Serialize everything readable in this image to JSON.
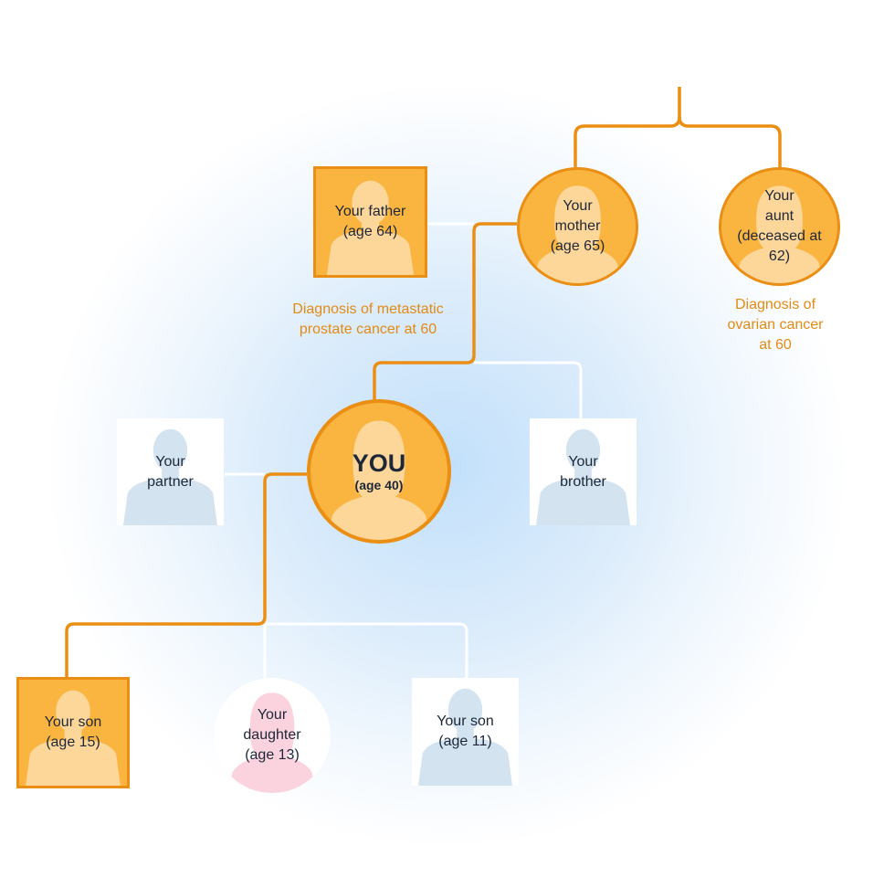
{
  "nodes": {
    "father": {
      "lines": [
        "Your father",
        "(age 64)"
      ]
    },
    "mother": {
      "lines": [
        "Your",
        "mother",
        "(age 65)"
      ]
    },
    "aunt": {
      "lines": [
        "Your",
        "aunt",
        "(deceased at",
        "62)"
      ]
    },
    "partner": {
      "lines": [
        "Your",
        "partner"
      ]
    },
    "you": {
      "title": "YOU",
      "subtitle": "(age 40)"
    },
    "brother": {
      "lines": [
        "Your",
        "brother"
      ]
    },
    "son_older": {
      "lines": [
        "Your son",
        "(age 15)"
      ]
    },
    "daughter": {
      "lines": [
        "Your",
        "daughter",
        "(age 13)"
      ]
    },
    "son_younger": {
      "lines": [
        "Your son",
        "(age 11)"
      ]
    }
  },
  "notes": {
    "father_diagnosis": [
      "Diagnosis of metastatic",
      "prostate cancer at 60"
    ],
    "aunt_diagnosis": [
      "Diagnosis of",
      "ovarian cancer",
      "at 60"
    ]
  },
  "colors": {
    "highlight_line": "#ea8f14",
    "highlight_fill": "#f9b53f",
    "plain_line": "#ffffff",
    "silhouette_orange": "#fdd69a",
    "silhouette_blue": "#d3e3f0",
    "silhouette_pink": "#fbd3de",
    "note_text": "#e38a14"
  }
}
